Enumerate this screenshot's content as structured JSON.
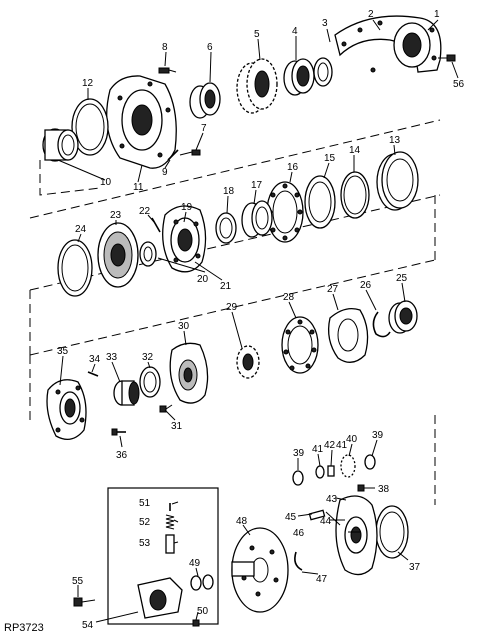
{
  "figure_id": "RP3723",
  "callouts": [
    "1",
    "2",
    "3",
    "4",
    "5",
    "6",
    "7",
    "8",
    "9",
    "10",
    "11",
    "12",
    "13",
    "14",
    "15",
    "16",
    "17",
    "18",
    "19",
    "20",
    "21",
    "22",
    "23",
    "24",
    "25",
    "26",
    "27",
    "28",
    "29",
    "30",
    "31",
    "32",
    "33",
    "34",
    "35",
    "36",
    "37",
    "38",
    "39",
    "40",
    "41",
    "42",
    "43",
    "44",
    "45",
    "46",
    "47",
    "48",
    "49",
    "50",
    "51",
    "52",
    "53",
    "54",
    "55",
    "56"
  ]
}
